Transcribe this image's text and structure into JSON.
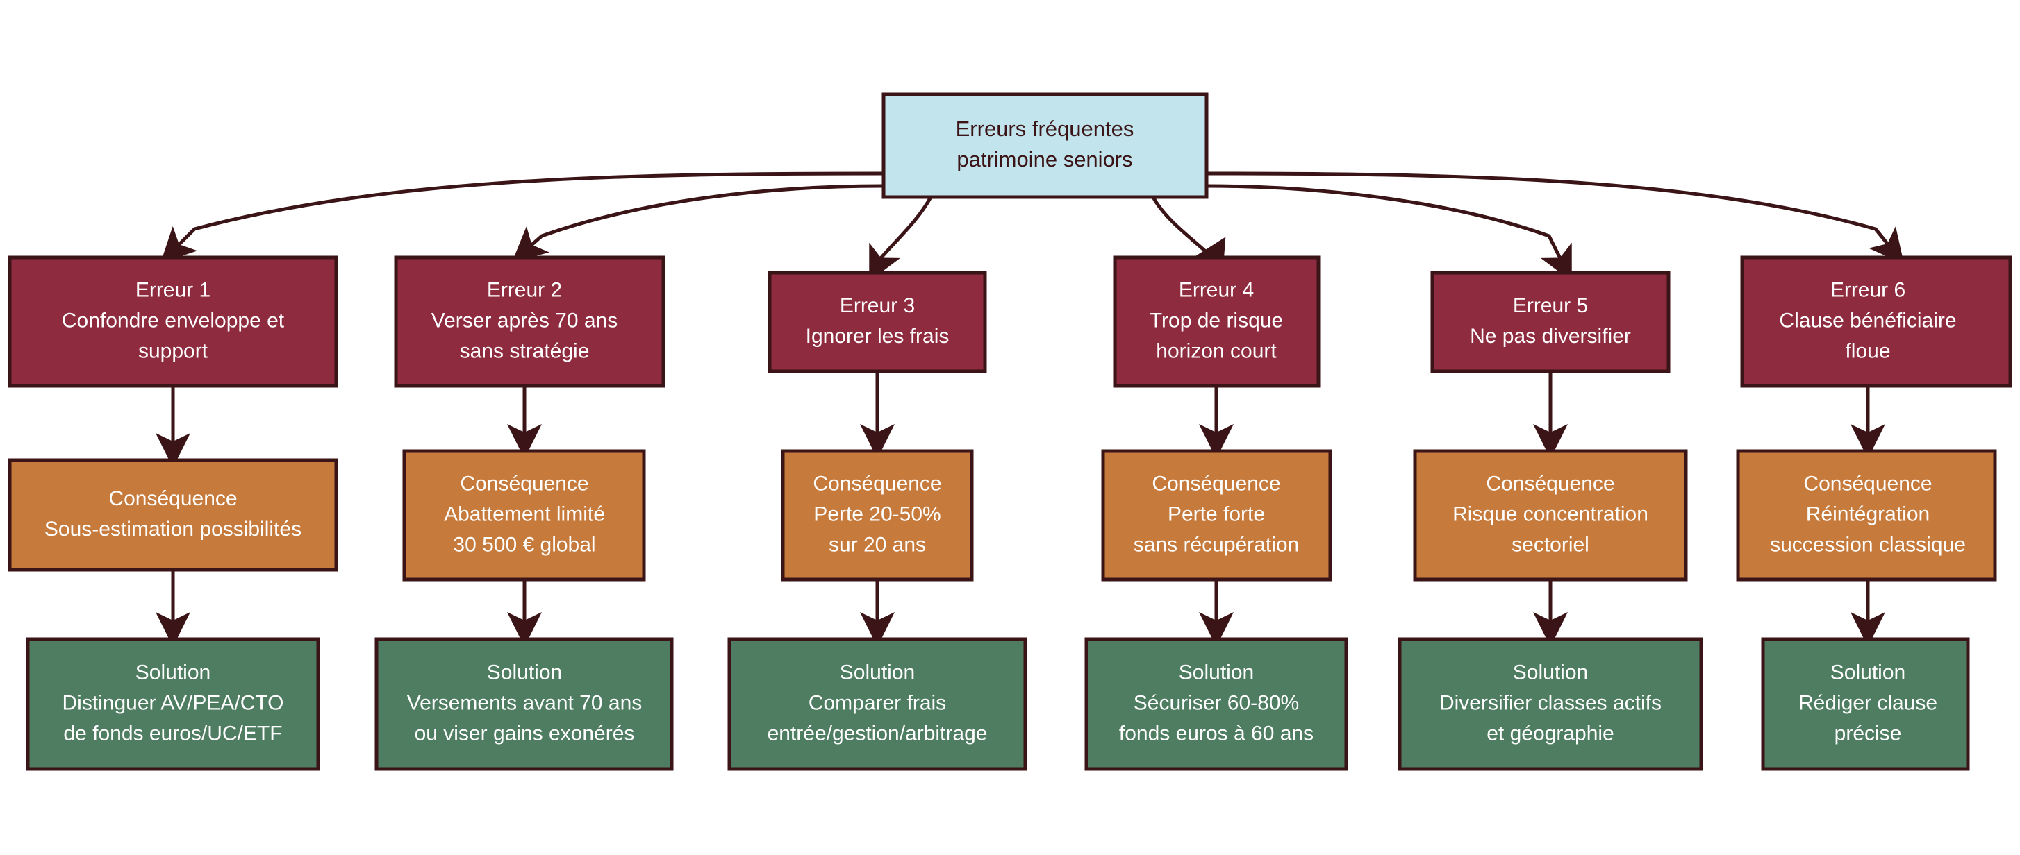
{
  "diagram": {
    "title": "Erreurs fréquentes patrimoine seniors",
    "type": "flowchart",
    "orientation": "top-down",
    "colors": {
      "root_fill": "#C2E4EC",
      "error_fill": "#8F2B3E",
      "consequence_fill": "#C67A3C",
      "solution_fill": "#4E7D62",
      "border": "#3A1416",
      "node_text": "#FFFFFF",
      "root_text": "#3A1416",
      "background": "#FFFFFF"
    },
    "root": {
      "line1": "Erreurs fréquentes",
      "line2": "patrimoine seniors"
    },
    "branches": [
      {
        "error": {
          "line1": "Erreur 1",
          "line2": "Confondre enveloppe et",
          "line3": "support"
        },
        "consequence": {
          "line1": "Conséquence",
          "line2": "Sous-estimation possibilités",
          "line3": ""
        },
        "solution": {
          "line1": "Solution",
          "line2": "Distinguer AV/PEA/CTO",
          "line3": "de fonds euros/UC/ETF"
        }
      },
      {
        "error": {
          "line1": "Erreur 2",
          "line2": "Verser après 70 ans",
          "line3": "sans stratégie"
        },
        "consequence": {
          "line1": "Conséquence",
          "line2": "Abattement limité",
          "line3": "30 500 € global"
        },
        "solution": {
          "line1": "Solution",
          "line2": "Versements avant 70 ans",
          "line3": "ou viser gains exonérés"
        }
      },
      {
        "error": {
          "line1": "Erreur 3",
          "line2": "Ignorer les frais",
          "line3": ""
        },
        "consequence": {
          "line1": "Conséquence",
          "line2": "Perte 20-50%",
          "line3": "sur 20 ans"
        },
        "solution": {
          "line1": "Solution",
          "line2": "Comparer frais",
          "line3": "entrée/gestion/arbitrage"
        }
      },
      {
        "error": {
          "line1": "Erreur 4",
          "line2": "Trop de risque",
          "line3": "horizon court"
        },
        "consequence": {
          "line1": "Conséquence",
          "line2": "Perte forte",
          "line3": "sans récupération"
        },
        "solution": {
          "line1": "Solution",
          "line2": "Sécuriser 60-80%",
          "line3": "fonds euros à 60 ans"
        }
      },
      {
        "error": {
          "line1": "Erreur 5",
          "line2": "Ne pas diversifier",
          "line3": ""
        },
        "consequence": {
          "line1": "Conséquence",
          "line2": "Risque concentration",
          "line3": "sectoriel"
        },
        "solution": {
          "line1": "Solution",
          "line2": "Diversifier classes actifs",
          "line3": "et géographie"
        }
      },
      {
        "error": {
          "line1": "Erreur 6",
          "line2": "Clause bénéficiaire",
          "line3": "floue"
        },
        "consequence": {
          "line1": "Conséquence",
          "line2": "Réintégration",
          "line3": "succession classique"
        },
        "solution": {
          "line1": "Solution",
          "line2": "Rédiger clause",
          "line3": "précise"
        }
      }
    ]
  }
}
